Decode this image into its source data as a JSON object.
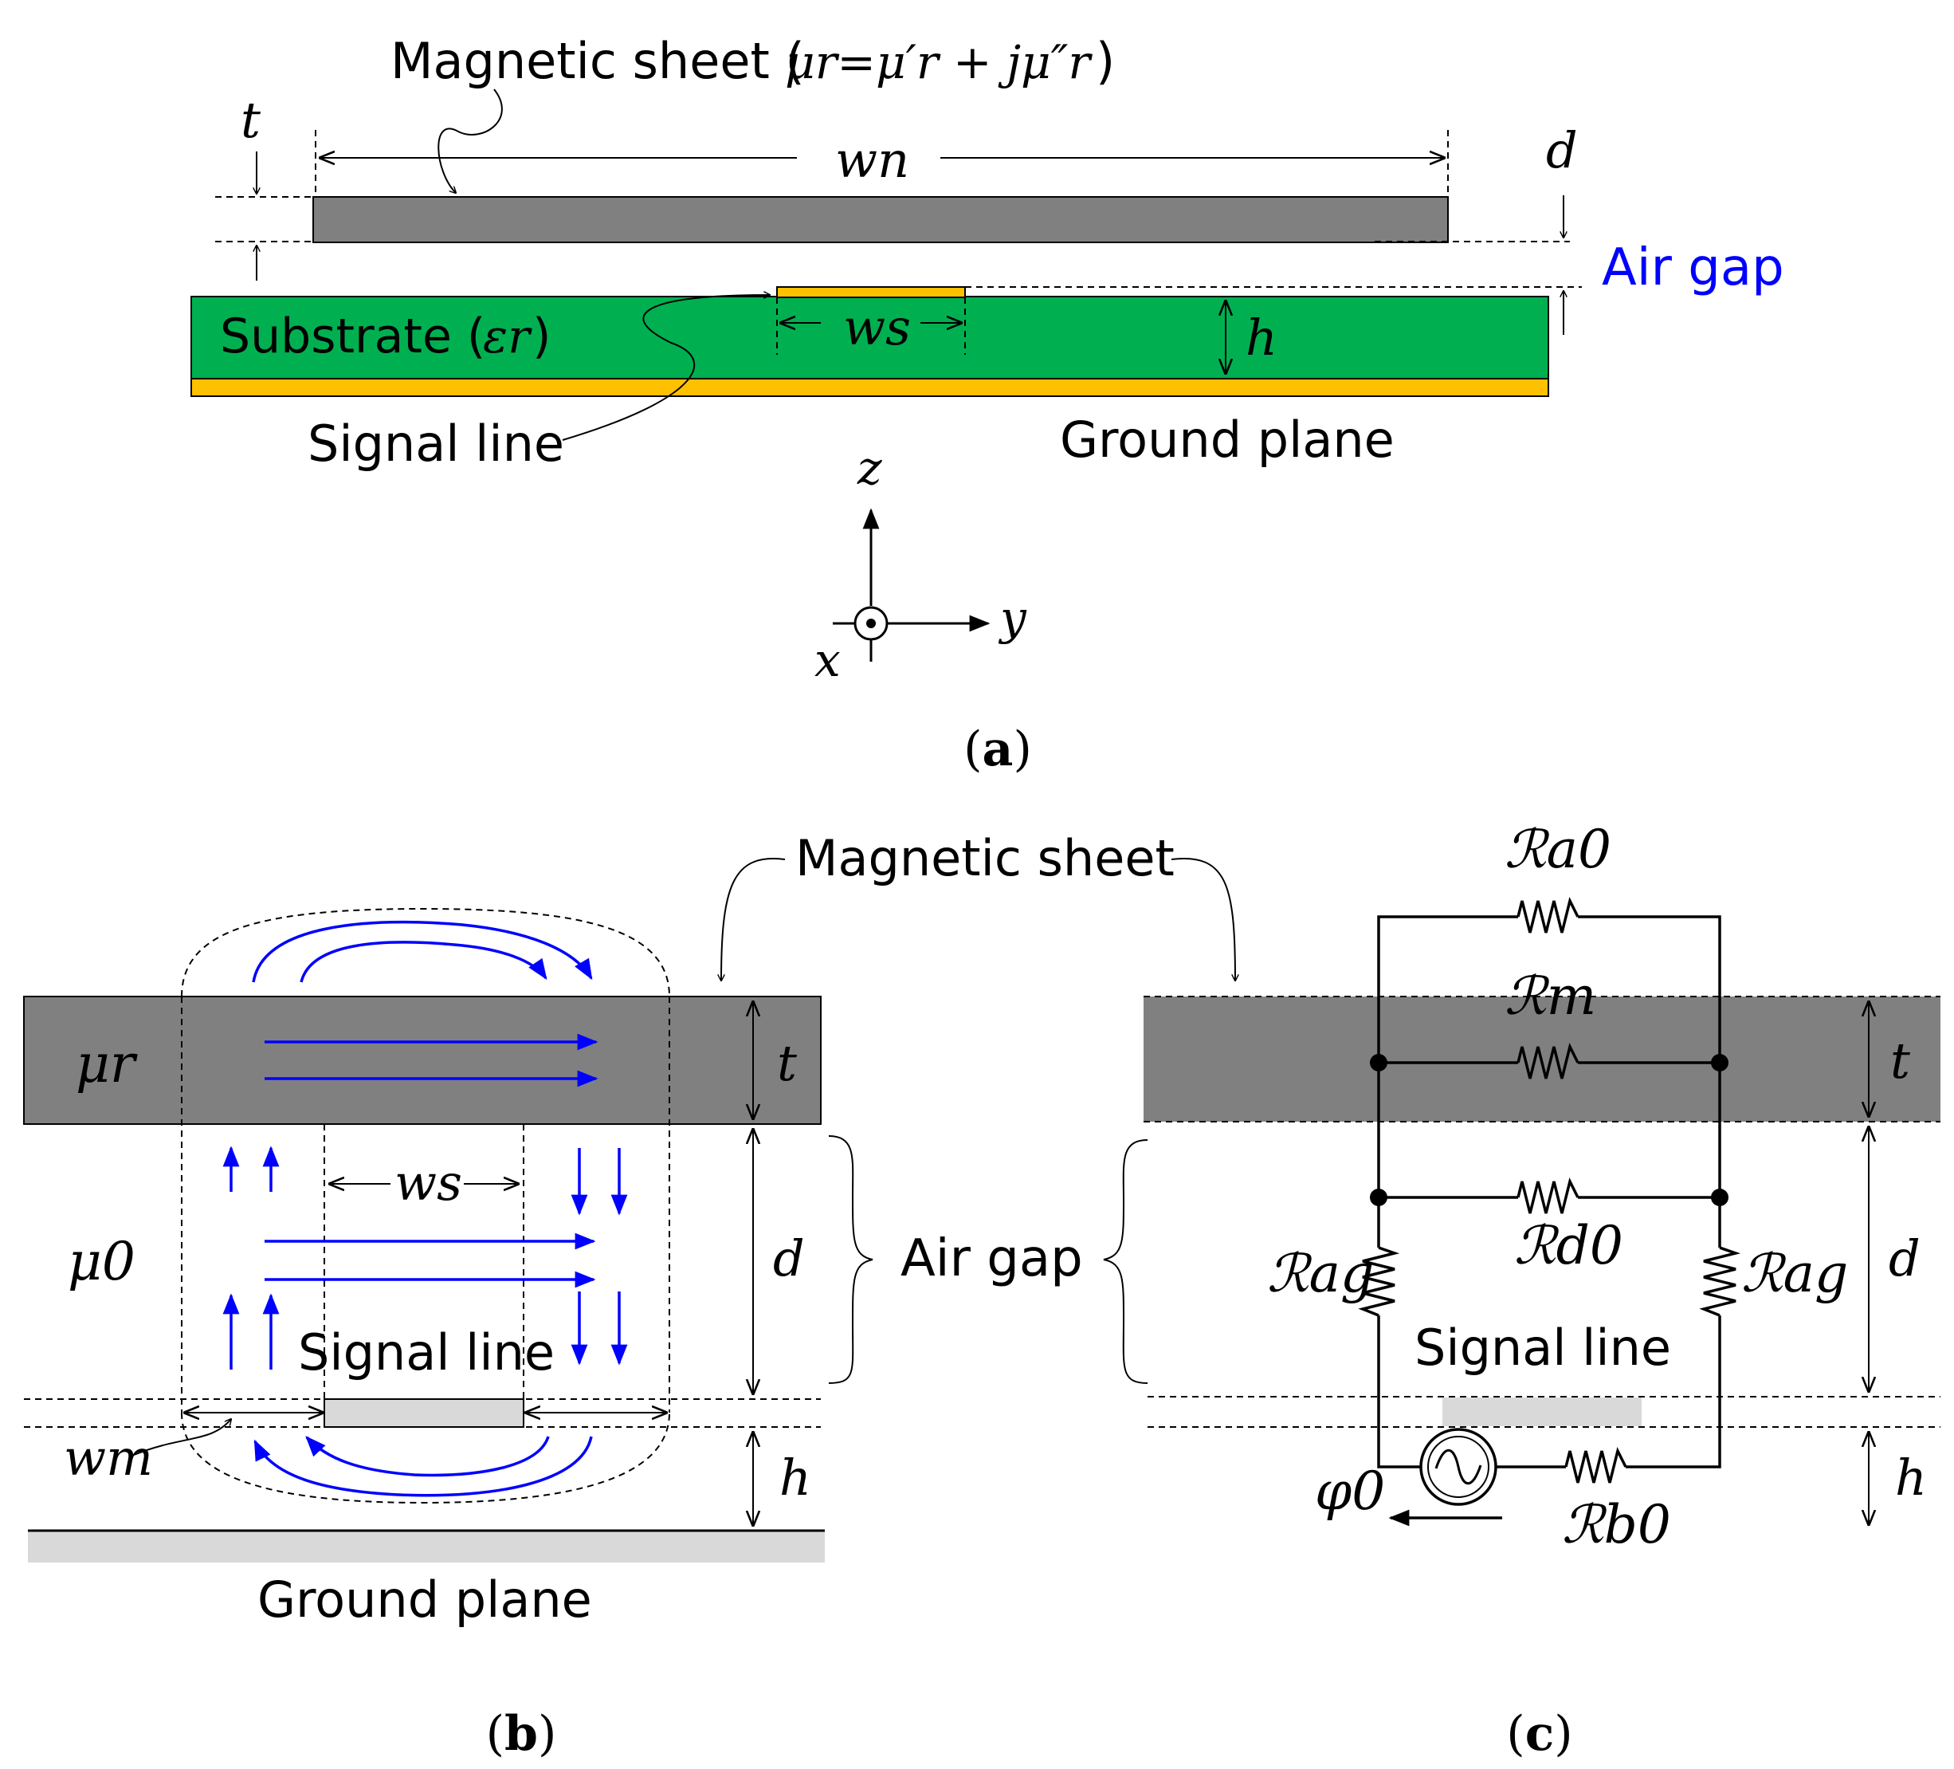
{
  "panel_a": {
    "caption_text": "a",
    "magnetic_sheet_label": "Magnetic sheet (",
    "mu_formula": "μr=μ′r + jμ″r",
    "mu_formula_close": ")",
    "t_label": "t",
    "wn_label": "wn",
    "d_label": "d",
    "air_gap_label": "Air gap",
    "substrate_label": "Substrate (",
    "epsilon_label": "εr",
    "substrate_close": ")",
    "ws_label": "ws",
    "h_label": "h",
    "signal_line_label": "Signal line",
    "ground_plane_label": "Ground plane",
    "axis_z": "z",
    "axis_y": "y",
    "axis_x": "x",
    "colors": {
      "sheet": "#808080",
      "substrate": "#00b050",
      "copper": "#ffc000",
      "accent_blue": "#0000ff"
    }
  },
  "panel_b": {
    "caption_text": "b",
    "magnetic_sheet_label": "Magnetic sheet",
    "mu_r_label": "μr",
    "mu_0_label": "μ0",
    "t_label": "t",
    "d_label": "d",
    "h_label": "h",
    "ws_label": "ws",
    "wm_label": "wm",
    "air_gap_label": "Air gap",
    "signal_line_label": "Signal line",
    "ground_plane_label": "Ground plane"
  },
  "panel_c": {
    "caption_text": "c",
    "r_a0": "ℛa0",
    "r_m": "ℛm",
    "r_d0": "ℛd0",
    "r_ag_left": "ℛag",
    "r_ag_right": "ℛag",
    "r_b0": "ℛb0",
    "phi_0": "φ0",
    "signal_line_label": "Signal line",
    "t_label": "t",
    "d_label": "d",
    "h_label": "h"
  }
}
